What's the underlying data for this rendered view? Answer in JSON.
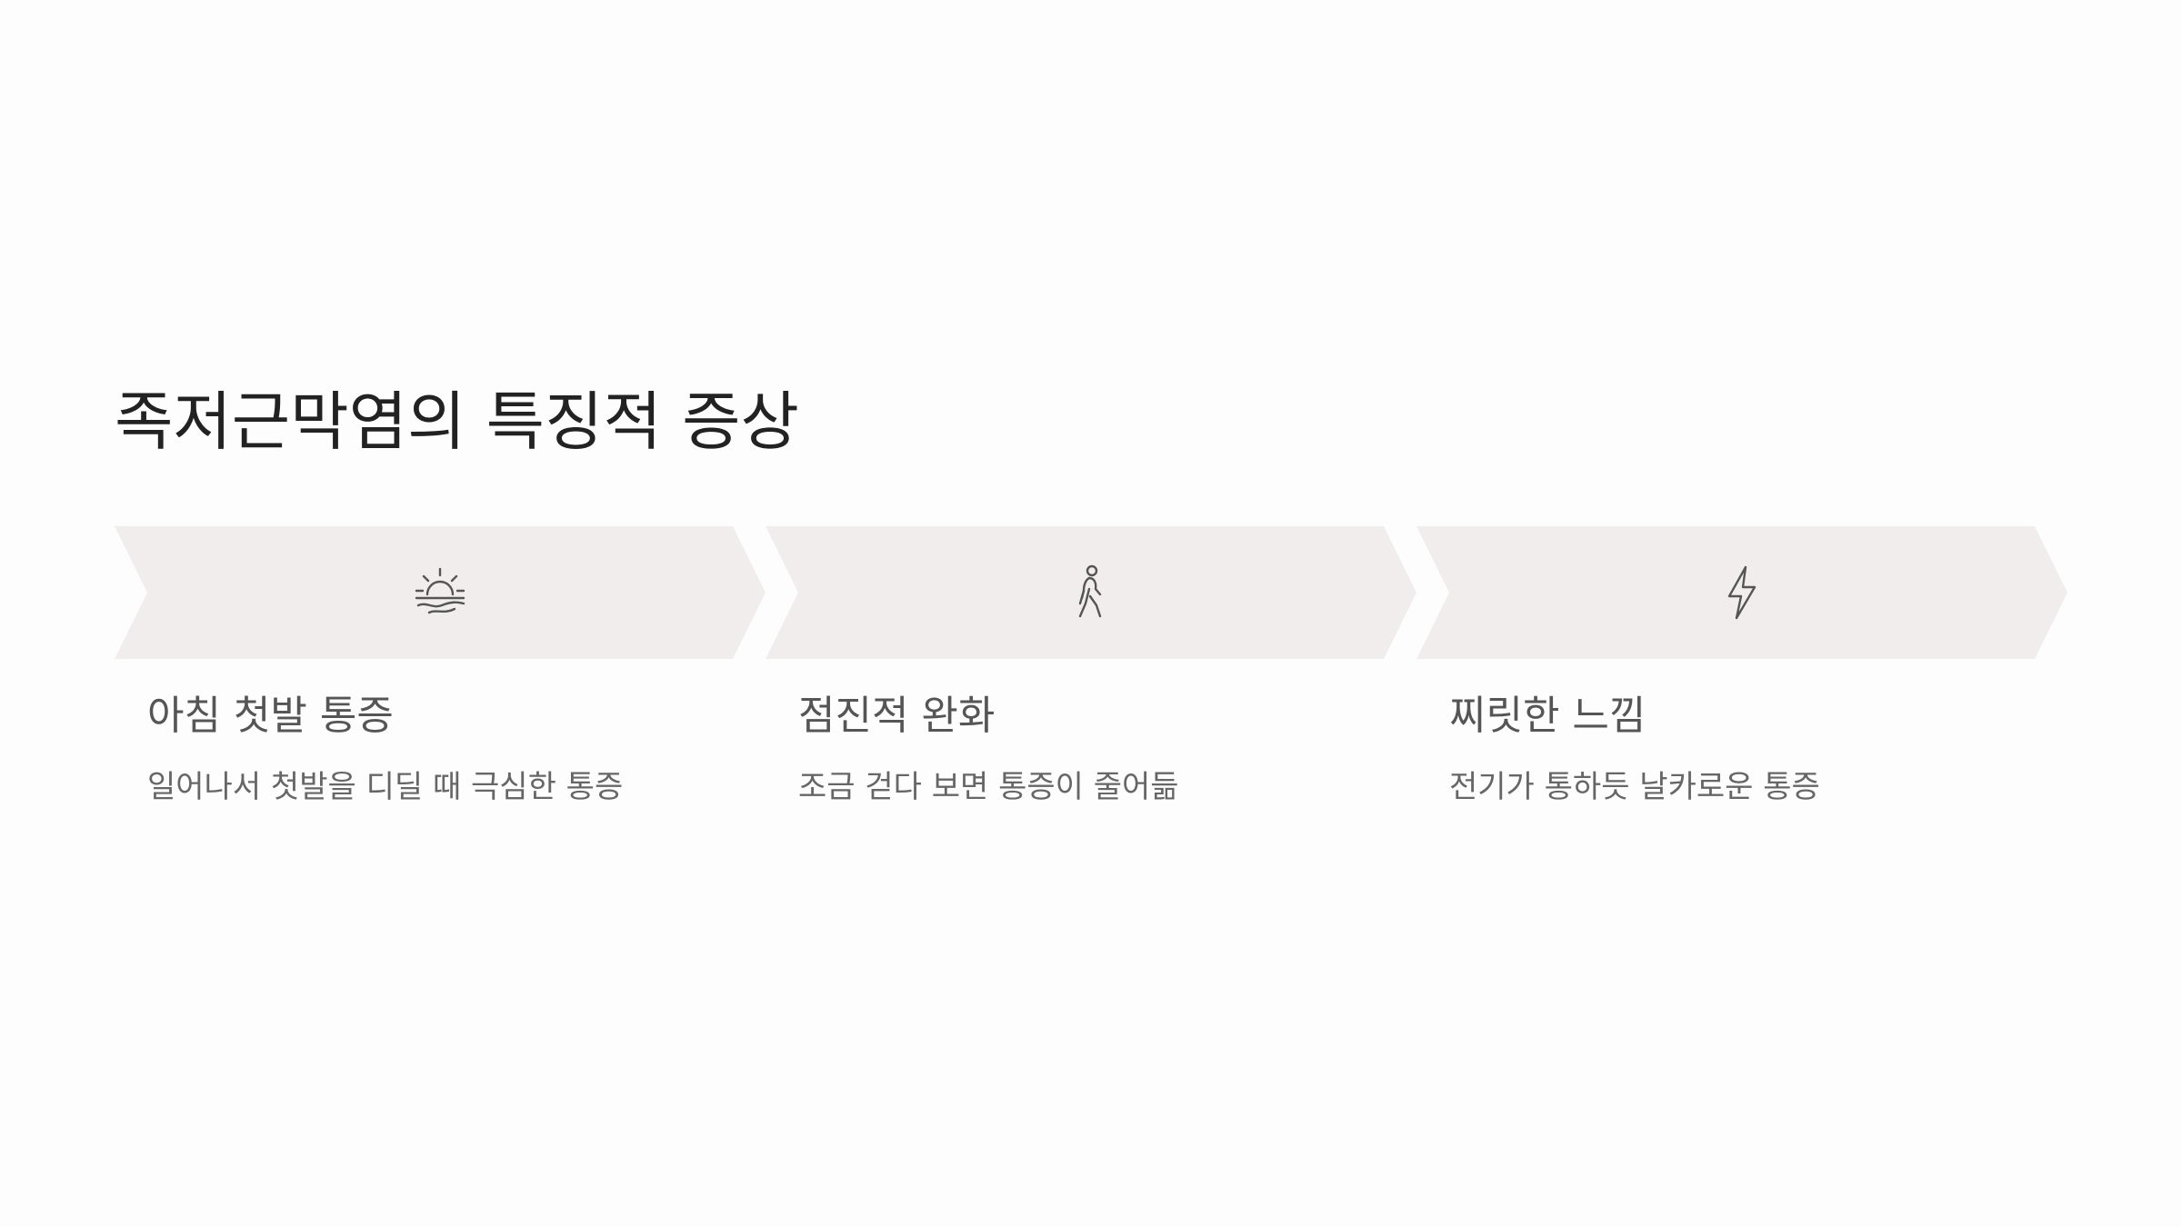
{
  "slide": {
    "title": "족저근막염의 특징적 증상"
  },
  "colors": {
    "background": "#fdfdfd",
    "chevron_fill": "#f1eded",
    "icon_stroke": "#555555",
    "title_text": "#222222",
    "heading_text": "#555555",
    "desc_text": "#666666"
  },
  "steps": [
    {
      "icon": "sunrise-icon",
      "heading": "아침 첫발 통증",
      "description": "일어나서 첫발을 디딜 때 극심한 통증"
    },
    {
      "icon": "walking-person-icon",
      "heading": "점진적 완화",
      "description": "조금 걷다 보면 통증이 줄어듦"
    },
    {
      "icon": "lightning-bolt-icon",
      "heading": "찌릿한 느낌",
      "description": "전기가 통하듯 날카로운 통증"
    }
  ]
}
